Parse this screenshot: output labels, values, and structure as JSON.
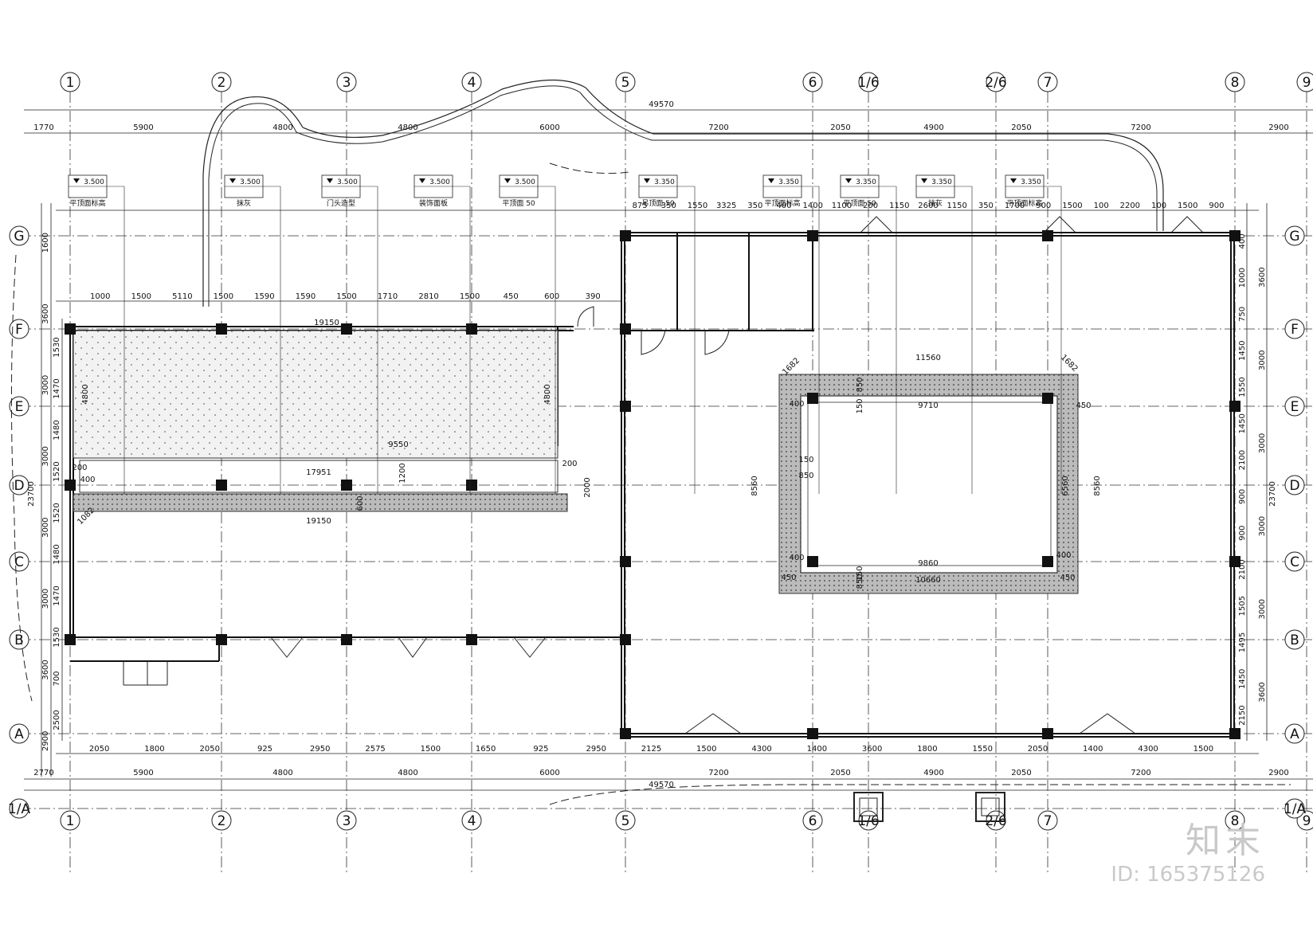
{
  "grid": {
    "columns": [
      "1",
      "2",
      "3",
      "4",
      "5",
      "6",
      "1/6",
      "2/6",
      "7",
      "8",
      "9"
    ],
    "rows": [
      "G",
      "F",
      "E",
      "D",
      "C",
      "B",
      "A",
      "1/A"
    ]
  },
  "top_dims": {
    "overall": "49570",
    "segments": [
      "1770",
      "5900",
      "4800",
      "4800",
      "6000",
      "7200",
      "2050",
      "4900",
      "2050",
      "7200",
      "2900"
    ]
  },
  "top_detail_left": [
    "1000",
    "1500",
    "5110",
    "1500",
    "1590",
    "1590",
    "1500",
    "1710",
    "2810",
    "1500",
    "450",
    "600",
    "390"
  ],
  "top_detail_right": [
    "875",
    "350",
    "1550",
    "3325",
    "350",
    "400",
    "1400",
    "1100",
    "200",
    "1150",
    "2600",
    "1150",
    "350",
    "1700",
    "900",
    "1500",
    "100",
    "2200",
    "100",
    "1500",
    "900"
  ],
  "bottom_dims": {
    "overall": "49570",
    "segments": [
      "2770",
      "5900",
      "4800",
      "4800",
      "6000",
      "7200",
      "2050",
      "4900",
      "2050",
      "7200",
      "2900"
    ],
    "detail": [
      "2050",
      "1800",
      "2050",
      "925",
      "2950",
      "2575",
      "1500",
      "1650",
      "925",
      "2950",
      "2125",
      "1500",
      "4300",
      "1400",
      "3600",
      "1800",
      "1550",
      "2050",
      "1400",
      "4300",
      "1500"
    ]
  },
  "left_dims": {
    "overall": "23700",
    "segments": [
      "1600",
      "3600",
      "3000",
      "3000",
      "3000",
      "3000",
      "3600",
      "2900"
    ],
    "detail": [
      "1530",
      "1470",
      "1480",
      "1520",
      "1520",
      "1480",
      "1470",
      "1530",
      "700",
      "2500"
    ]
  },
  "right_dims": {
    "overall": "23700",
    "segments": [
      "3600",
      "3000",
      "3000",
      "3000",
      "3000",
      "3600"
    ],
    "detail": [
      "400",
      "1000",
      "750",
      "1450",
      "1550",
      "1450",
      "2100",
      "900",
      "900",
      "2100",
      "1505",
      "1495",
      "1450",
      "2150"
    ]
  },
  "tags": {
    "labels": [
      "平顶面标高",
      "抹灰",
      "门头造型",
      "装饰面板",
      "平顶面 50",
      "吊顶面 50",
      "平顶面标高",
      "平顶面 50",
      "抹灰",
      "平顶面标高"
    ],
    "values": [
      "3.500",
      "3.350"
    ]
  },
  "left_hall": {
    "dims": [
      "19150",
      "4800",
      "4800",
      "9550",
      "17951",
      "19150",
      "1200",
      "2000",
      "200",
      "600",
      "400",
      "200",
      "1082"
    ]
  },
  "right_court": {
    "dims": [
      "11560",
      "9710",
      "9860",
      "10660",
      "8560",
      "6560",
      "8560",
      "850",
      "850",
      "850",
      "150",
      "400",
      "400",
      "400",
      "450",
      "450",
      "450",
      "1682",
      "1682",
      "150",
      "150"
    ]
  },
  "watermark": {
    "logo": "知末",
    "id": "ID: 165375126"
  }
}
